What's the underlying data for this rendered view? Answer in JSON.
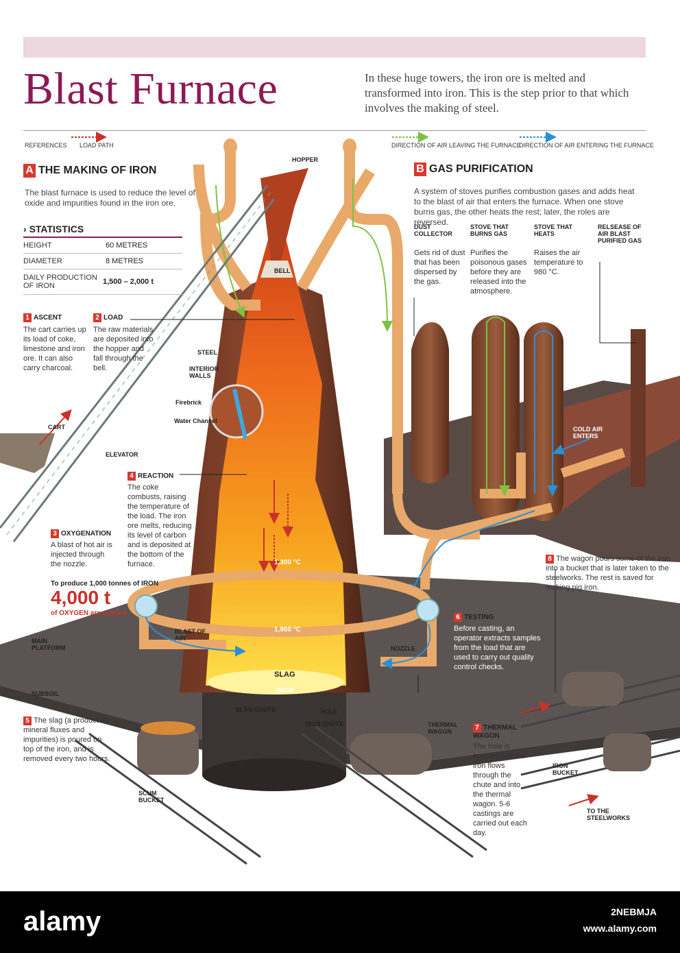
{
  "header": {
    "title": "Blast Furnace",
    "intro": "In these huge towers, the iron ore is melted and transformed into iron. This is the step prior to that which involves the making of steel."
  },
  "references": {
    "label": "REFERENCES",
    "load_path": "LOAD PATH",
    "air_leaving": "DIRECTION OF AIR LEAVING THE FURNACE",
    "air_entering": "DIRECTION OF AIR ENTERING THE FURNACE"
  },
  "section_a": {
    "letter": "A",
    "title": "THE MAKING OF IRON",
    "text": "The blast furnace is used to reduce the level of oxide and impurities found in the iron ore."
  },
  "statistics": {
    "title": "STATISTICS",
    "rows": [
      {
        "key": "HEIGHT",
        "value": "60 METRES"
      },
      {
        "key": "DIAMETER",
        "value": "8 METRES"
      },
      {
        "key": "DAILY PRODUCTION OF IRON",
        "value": "1,500 – 2,000 t"
      }
    ]
  },
  "steps": {
    "s1": {
      "num": "1",
      "title": "ASCENT",
      "text": "The cart carries up its load of coke, limestone and iron ore. It can also carry charcoal."
    },
    "s2": {
      "num": "2",
      "title": "LOAD",
      "text": "The raw materials are deposited into the hopper and fall through the bell."
    },
    "s3": {
      "num": "3",
      "title": "OXYGENATION",
      "text": "A blast of hot air is injected through the nozzle."
    },
    "s4": {
      "num": "4",
      "title": "REACTION",
      "text": "The coke combusts, raising the temperature of the load. The iron ore melts, reducing its level of carbon and is deposited at the bottom of the furnace."
    },
    "s5": {
      "num": "5",
      "text": "The slag (a product of mineral fluxes and impurities) is poured on top of the iron, and is removed every two hours."
    },
    "s6": {
      "num": "6",
      "title": "TESTING",
      "text": "Before casting, an operator extracts samples from the load that are used to carry out quality control checks."
    },
    "s7": {
      "num": "7",
      "title": "THERMAL WAGON",
      "text": "The hole is opened and the iron flows through the chute and into the thermal wagon. 5-6 castings are carried out each day."
    },
    "s8": {
      "num": "8",
      "text": "The wagon pours some of the iron into a bucket that is later taken to the steelworks. The rest is saved for making pig iron."
    }
  },
  "oxygen_fact": {
    "pre": "To produce 1,000 tonnes of IRON",
    "big": "4,000 t",
    "post": "of OXYGEN are needed"
  },
  "section_b": {
    "letter": "B",
    "title": "GAS PURIFICATION",
    "text": "A system of stoves purifies combustion gases and adds heat to the blast of air that enters the furnace. When one stove burns gas, the other heats the rest; later, the roles are reversed.",
    "columns": [
      {
        "title": "DUST COLLECTOR",
        "text": "Gets rid of dust that has been dispersed by the gas."
      },
      {
        "title": "STOVE THAT BURNS GAS",
        "text": "Purifies the poisonous gases before they are released into the atmosphere."
      },
      {
        "title": "STOVE THAT HEATS",
        "text": "Raises the air temperature to 980 °C."
      },
      {
        "title": "RELSEASE OF AIR BLAST PURIFIED GAS",
        "text": ""
      }
    ]
  },
  "labels": {
    "hopper": "HOPPER",
    "bell": "BELL",
    "steel": "STEEL",
    "interior_walls": "INTERIOR WALLS",
    "firebrick": "Firebrick",
    "water_channel": "Water Channel",
    "cart": "CART",
    "elevator": "ELEVATOR",
    "temp_1300": "1,300 °C",
    "temp_1900": "1,900 °C",
    "slag": "SLAG",
    "iron": "IRON",
    "blast_of_air": "BLAST OF AIR",
    "main_platform": "MAIN PLATFORM",
    "nozzle": "NOZZLE",
    "subsoil": "SUBSOIL",
    "slag_chute": "SLAG CHUTE",
    "hole": "HOLE",
    "iron_chute": "IRON CHUTE",
    "thermal_wagon": "THERMAL WAGON",
    "scum_bucket": "SCUM BUCKET",
    "iron_bucket": "IRON BUCKET",
    "to_steelworks": "TO THE STEELWORKS",
    "cold_air": "COLD AIR ENTERS"
  },
  "footer": {
    "brand": "alamy",
    "image_id": "2NEBMJA",
    "site": "www.alamy.com"
  },
  "colors": {
    "title": "#8b1a55",
    "accent_red": "#d9372c",
    "load_path": "#c8322b",
    "air_leaving": "#7dc242",
    "air_entering": "#2a8fd6",
    "pipe": "#e8a96a"
  }
}
